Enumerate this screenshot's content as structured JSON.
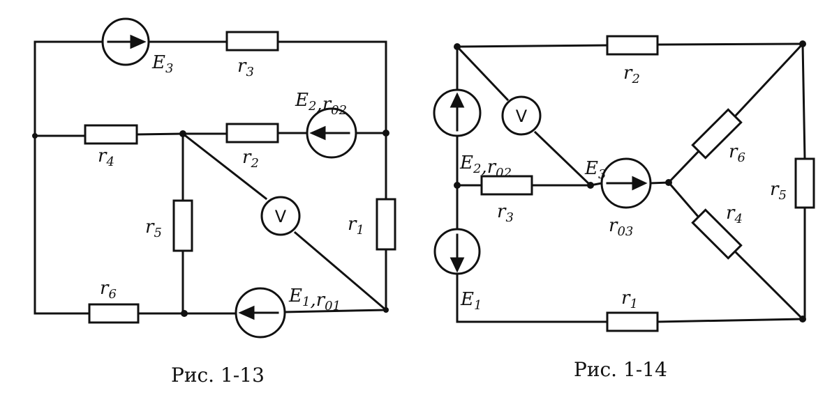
{
  "figures": [
    {
      "caption": "Рис. 1-13",
      "labels": {
        "E3": "E3",
        "r3": "r3",
        "E2r02": "E2,r02",
        "r4": "r4",
        "r2": "r2",
        "r5": "r5",
        "r1": "r1",
        "r6": "r6",
        "E1r01": "E1,r01",
        "V": "V"
      }
    },
    {
      "caption": "Рис. 1-14",
      "labels": {
        "r2": "r2",
        "V": "V",
        "r6": "r6",
        "E2r02": "E2,r02",
        "E3": "E3",
        "r5": "r5",
        "r3": "r3",
        "r03": "r03",
        "r4": "r4",
        "E1": "E1",
        "r1": "r1"
      }
    }
  ]
}
